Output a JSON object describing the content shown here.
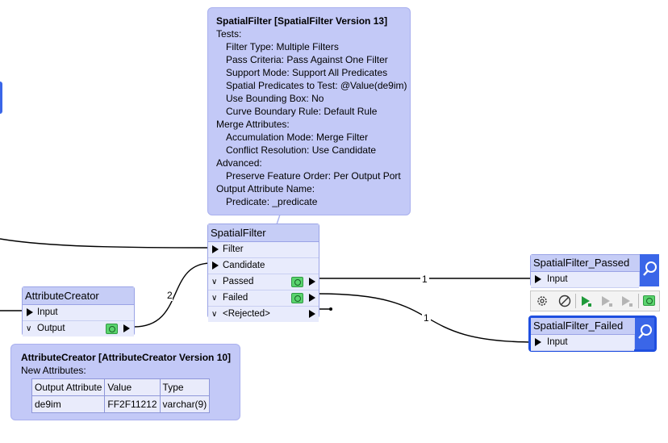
{
  "spatial_note": {
    "title": "SpatialFilter [SpatialFilter Version 13]",
    "lines": [
      {
        "text": "Tests:",
        "indent": false
      },
      {
        "text": "Filter Type: Multiple Filters",
        "indent": true
      },
      {
        "text": "Pass Criteria: Pass Against One Filter",
        "indent": true
      },
      {
        "text": "Support Mode: Support All Predicates",
        "indent": true
      },
      {
        "text": "Spatial Predicates to Test: @Value(de9im)",
        "indent": true
      },
      {
        "text": "Use Bounding Box: No",
        "indent": true
      },
      {
        "text": "Curve Boundary Rule: Default Rule",
        "indent": true
      },
      {
        "text": "Merge Attributes:",
        "indent": false
      },
      {
        "text": "Accumulation Mode: Merge Filter",
        "indent": true
      },
      {
        "text": "Conflict Resolution: Use Candidate",
        "indent": true
      },
      {
        "text": "Advanced:",
        "indent": false
      },
      {
        "text": "Preserve Feature Order: Per Output Port",
        "indent": true
      },
      {
        "text": "Output Attribute Name:",
        "indent": false
      },
      {
        "text": "Predicate: _predicate",
        "indent": true
      }
    ]
  },
  "spatial_filter": {
    "title": "SpatialFilter",
    "inputs": [
      "Filter",
      "Candidate"
    ],
    "outputs": [
      "Passed",
      "Failed",
      "<Rejected>"
    ]
  },
  "attribute_creator": {
    "title": "AttributeCreator",
    "input": "Input",
    "output": "Output"
  },
  "attr_note": {
    "title": "AttributeCreator [AttributeCreator Version 10]",
    "subtitle": "New Attributes:",
    "headers": [
      "Output Attribute",
      "Value",
      "Type"
    ],
    "rows": [
      [
        "de9im",
        "FF2F11212",
        "varchar(9)"
      ]
    ]
  },
  "passed_inspector": {
    "title": "SpatialFilter_Passed",
    "input": "Input"
  },
  "failed_inspector": {
    "title": "SpatialFilter_Failed",
    "input": "Input"
  },
  "connection_counts": {
    "candidate": "2",
    "passed": "1",
    "failed": "1"
  },
  "toolbar_icons": [
    "gear-icon",
    "disable-icon",
    "run-to-here-icon",
    "run-from-here-icon",
    "run-this-icon",
    "eye-icon"
  ],
  "colors": {
    "transformer": "#c6cdf6",
    "note": "#c3c9f7",
    "selected": "#1f4fe0",
    "inspector_accent": "#3a66e8",
    "eye_green": "#5ad46e"
  }
}
